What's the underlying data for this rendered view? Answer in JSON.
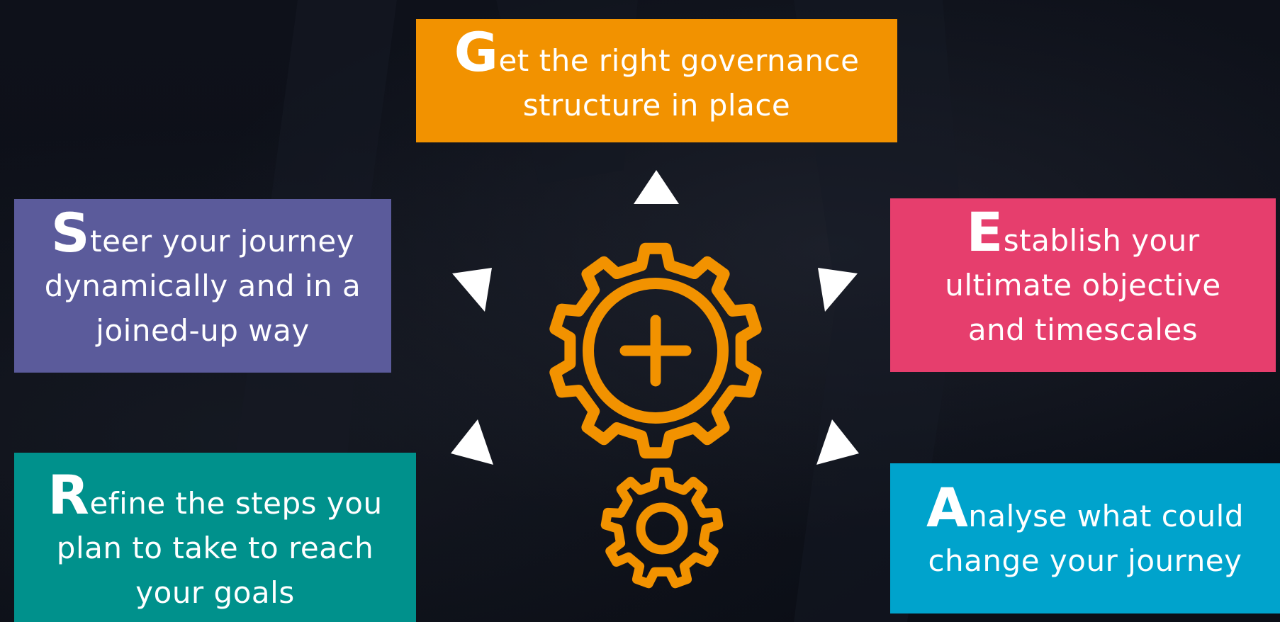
{
  "steps": [
    {
      "id": "g",
      "initial": "G",
      "rest": "et the right governance\nstructure in place",
      "color": "#f29200"
    },
    {
      "id": "s",
      "initial": "S",
      "rest": "teer your journey\ndynamically and in a\njoined-up way",
      "color": "#5b5b9b"
    },
    {
      "id": "e",
      "initial": "E",
      "rest": "stablish your\nultimate objective\nand timescales",
      "color": "#e63e6d"
    },
    {
      "id": "r",
      "initial": "R",
      "rest": "efine the steps you\nplan to take to reach\nyour goals",
      "color": "#00918c"
    },
    {
      "id": "a",
      "initial": "A",
      "rest": "nalyse what could\nchange your journey",
      "color": "#00a3cc"
    }
  ],
  "icons": {
    "main_gear": "gear-plus-icon",
    "small_gear": "gear-icon",
    "arrows": "triangle-arrow-icon",
    "gear_color": "#f29200",
    "arrow_color": "#ffffff"
  },
  "background_color": "#0d1019"
}
